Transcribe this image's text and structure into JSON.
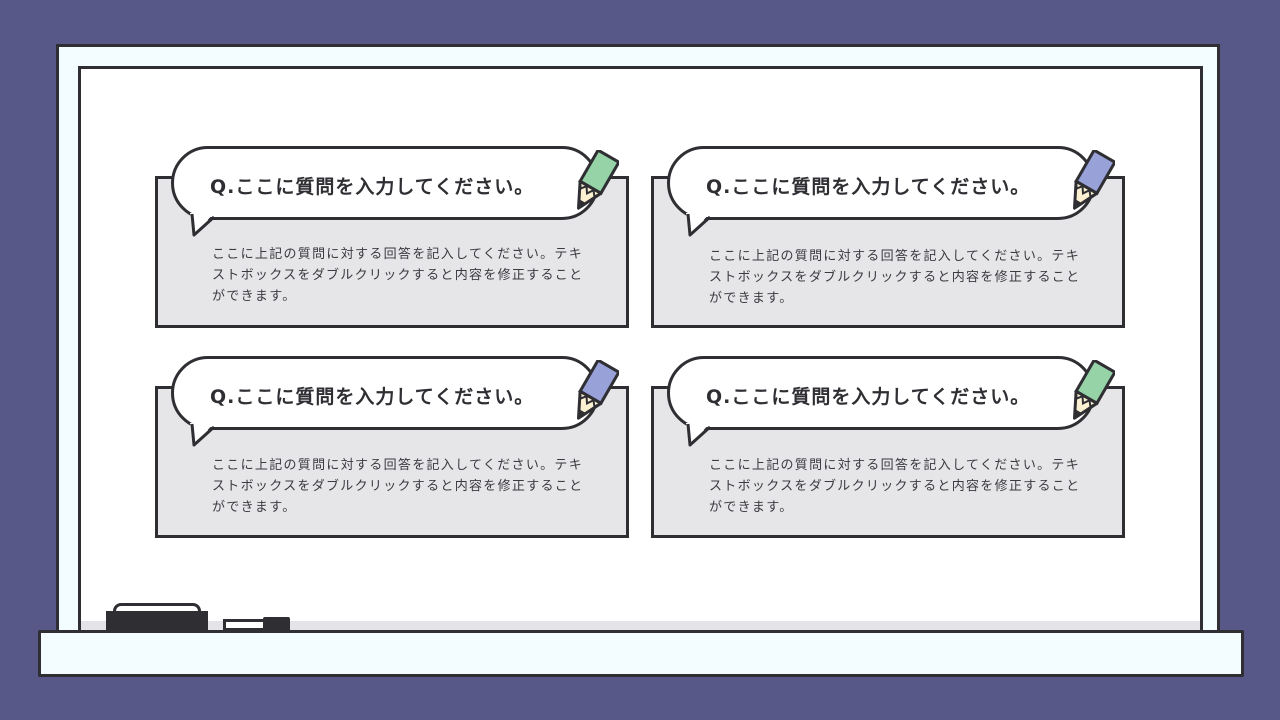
{
  "theme": {
    "background": "#575888",
    "outline": "#2E2E33",
    "board_frame": "#F3FCFE",
    "board_surface": "#FFFFFF",
    "card_fill": "#E6E6E9",
    "pencil_green": "#96D4A8",
    "pencil_blue": "#99A2D8",
    "pencil_wood": "#FBF1D2"
  },
  "cards": [
    {
      "question": "Q.ここに質問を入力してください。",
      "answer": "ここに上記の質問に対する回答を記入してください。テキストボックスをダブルクリックすると内容を修正することができます。",
      "pencil_color": "green"
    },
    {
      "question": "Q.ここに質問を入力してください。",
      "answer": "ここに上記の質問に対する回答を記入してください。テキストボックスをダブルクリックすると内容を修正することができます。",
      "pencil_color": "blue"
    },
    {
      "question": "Q.ここに質問を入力してください。",
      "answer": "ここに上記の質問に対する回答を記入してください。テキストボックスをダブルクリックすると内容を修正することができます。",
      "pencil_color": "blue"
    },
    {
      "question": "Q.ここに質問を入力してください。",
      "answer": "ここに上記の質問に対する回答を記入してください。テキストボックスをダブルクリックすると内容を修正することができます。",
      "pencil_color": "green"
    }
  ],
  "icons": {
    "pencil": "pencil-icon",
    "eraser": "eraser-icon",
    "marker": "marker-icon"
  }
}
